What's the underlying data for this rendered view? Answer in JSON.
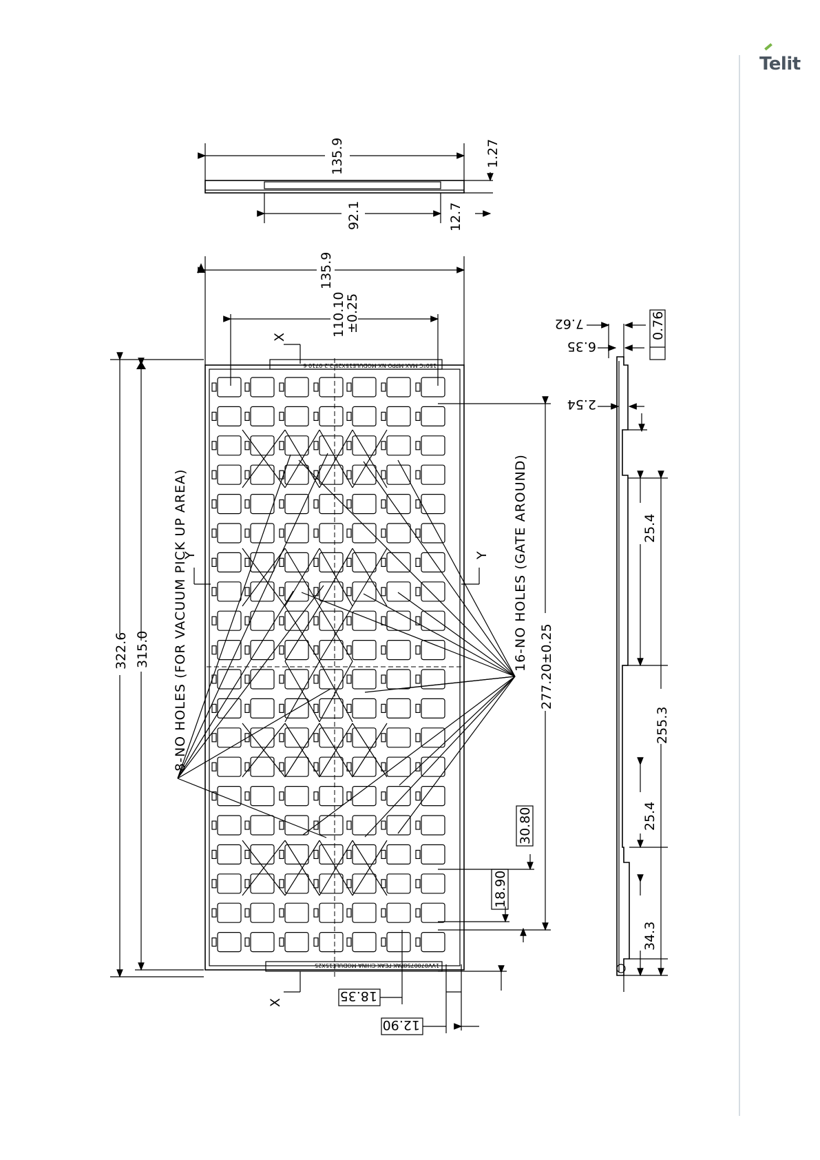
{
  "brand": {
    "logo_text": "Telit",
    "accent_color": "#7ab648",
    "divider_color": "#d6dde3"
  },
  "drawing": {
    "dimensions": {
      "top_width": "135.9",
      "top_thickness": "1.27",
      "top_inner_width": "92.1",
      "top_depth": "12.7",
      "tray_width": "135.9",
      "hole_span": "110.10",
      "hole_span_tol": "±0.25",
      "overall_length": "322.6",
      "inner_length": "315.0",
      "pitch_span": "277.20±0.25",
      "side_7_62": "7.62",
      "side_6_35": "6.35",
      "side_0_76": "0.76",
      "side_2_54": "2.54",
      "side_25_4_a": "25.4",
      "side_255_3": "255.3",
      "side_25_4_b": "25.4",
      "side_34_3": "34.3",
      "box_30_80": "30.80",
      "box_18_90": "18.90",
      "box_18_35": "18.35",
      "box_12_90": "12.90"
    },
    "notes": {
      "vacuum_holes": "8-NO HOLES (FOR VACUUM PICK UP AREA)",
      "gate_holes": "16-NO HOLES (GATE AROUND)"
    },
    "section_labels": {
      "x_top": "X",
      "x_bottom": "X",
      "y_left": "Y",
      "y_right": "Y"
    },
    "tray_markings": {
      "top_text": "150°C MAX MPPO NX MODULE15X25 2.2 0710 6",
      "bottom_text": "1VV0700758PAK PEAK CHINA MODULE15X25"
    }
  }
}
